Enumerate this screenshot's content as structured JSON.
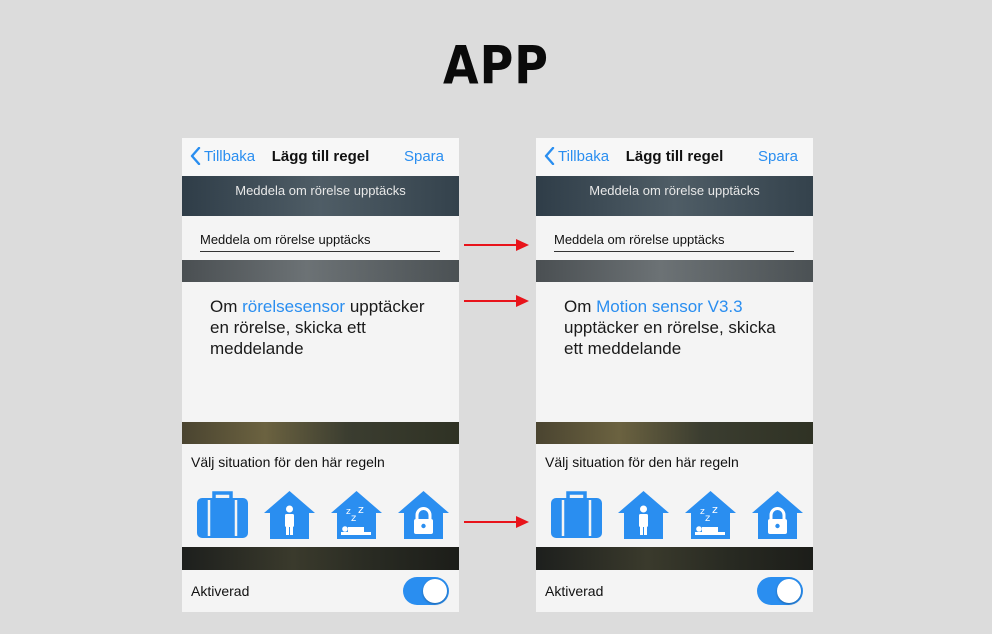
{
  "heading": "APP",
  "phones": [
    {
      "nav": {
        "back_label": "Tillbaka",
        "title": "Lägg till regel",
        "save_label": "Spara"
      },
      "banner_text": "Meddela om rörelse upptäcks",
      "name_field_value": "Meddela om rörelse upptäcks",
      "description": {
        "prefix": "Om ",
        "sensor": "rörelsesensor",
        "suffix": " upptäcker en rörelse, skicka ett meddelande"
      },
      "situation_label": "Välj situation för den här regeln",
      "situations": [
        "suitcase-icon",
        "home-person-icon",
        "home-sleep-icon",
        "home-lock-icon"
      ],
      "toggle": {
        "label": "Aktiverad",
        "on": true
      }
    },
    {
      "nav": {
        "back_label": "Tillbaka",
        "title": "Lägg till regel",
        "save_label": "Spara"
      },
      "banner_text": "Meddela om rörelse upptäcks",
      "name_field_value": "Meddela om rörelse upptäcks",
      "description": {
        "prefix": "Om ",
        "sensor": "Motion sensor V3.3",
        "suffix": " upptäcker en rörelse, skicka ett meddelande"
      },
      "situation_label": "Välj situation för den här regeln",
      "situations": [
        "suitcase-icon",
        "home-person-icon",
        "home-sleep-icon",
        "home-lock-icon"
      ],
      "toggle": {
        "label": "Aktiverad",
        "on": true
      }
    }
  ],
  "colors": {
    "accent": "#2a8ef0",
    "arrow": "#e8141b",
    "background": "#dcdcdc"
  }
}
